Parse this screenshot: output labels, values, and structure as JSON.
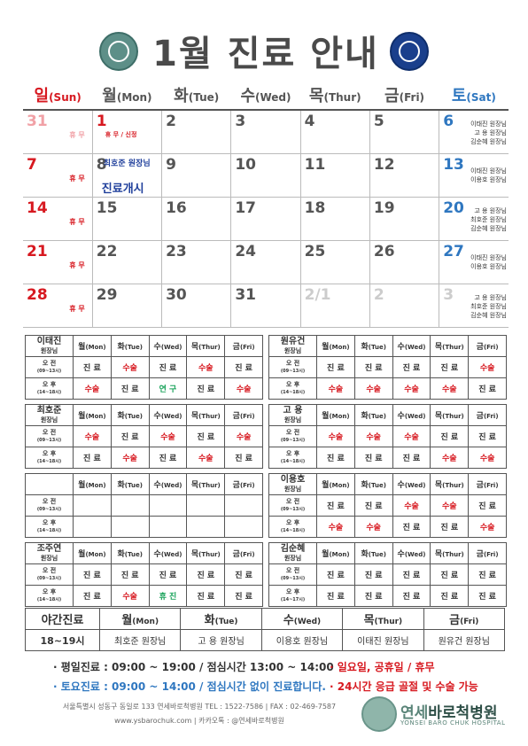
{
  "title": "1월 진료 안내",
  "calendar": {
    "days": [
      {
        "ko": "일",
        "en": "(Sun)",
        "color": "#d71920"
      },
      {
        "ko": "월",
        "en": "(Mon)",
        "color": "#555"
      },
      {
        "ko": "화",
        "en": "(Tue)",
        "color": "#555"
      },
      {
        "ko": "수",
        "en": "(Wed)",
        "color": "#555"
      },
      {
        "ko": "목",
        "en": "(Thur)",
        "color": "#555"
      },
      {
        "ko": "금",
        "en": "(Fri)",
        "color": "#555"
      },
      {
        "ko": "토",
        "en": "(Sat)",
        "color": "#2f77c0"
      }
    ],
    "weeks": [
      [
        {
          "d": "31",
          "c": "pink",
          "note": "휴 무",
          "pale": true
        },
        {
          "d": "1",
          "c": "red",
          "note": "휴 무 / 신정"
        },
        {
          "d": "2"
        },
        {
          "d": "3"
        },
        {
          "d": "4"
        },
        {
          "d": "5"
        },
        {
          "d": "6",
          "c": "blue",
          "docs": [
            "이태진 원장님",
            "고  용 원장님",
            "김순혜 원장님"
          ]
        }
      ],
      [
        {
          "d": "7",
          "c": "red",
          "note": "휴 무"
        },
        {
          "d": "8",
          "open": [
            "최호준 원장님",
            "진료개시"
          ]
        },
        {
          "d": "9"
        },
        {
          "d": "10"
        },
        {
          "d": "11"
        },
        {
          "d": "12"
        },
        {
          "d": "13",
          "c": "blue",
          "docs": [
            "이태진 원장님",
            "이용호 원장님"
          ]
        }
      ],
      [
        {
          "d": "14",
          "c": "red",
          "note": "휴 무"
        },
        {
          "d": "15"
        },
        {
          "d": "16"
        },
        {
          "d": "17"
        },
        {
          "d": "18"
        },
        {
          "d": "19"
        },
        {
          "d": "20",
          "c": "blue",
          "docs": [
            "고  용 원장님",
            "최호준 원장님",
            "김순혜 원장님"
          ]
        }
      ],
      [
        {
          "d": "21",
          "c": "red",
          "note": "휴 무"
        },
        {
          "d": "22"
        },
        {
          "d": "23"
        },
        {
          "d": "24"
        },
        {
          "d": "25"
        },
        {
          "d": "26"
        },
        {
          "d": "27",
          "c": "blue",
          "docs": [
            "이태진 원장님",
            "이용호 원장님"
          ]
        }
      ],
      [
        {
          "d": "28",
          "c": "red",
          "note": "휴 무"
        },
        {
          "d": "29"
        },
        {
          "d": "30"
        },
        {
          "d": "31"
        },
        {
          "d": "2/1",
          "c": "grey"
        },
        {
          "d": "2",
          "c": "grey"
        },
        {
          "d": "3",
          "c": "grey",
          "docs": [
            "고  용 원장님",
            "최호준 원장님",
            "김순혜 원장님"
          ]
        }
      ]
    ]
  },
  "schedule_days": [
    {
      "ko": "월",
      "en": "(Mon)"
    },
    {
      "ko": "화",
      "en": "(Tue)"
    },
    {
      "ko": "수",
      "en": "(Wed)"
    },
    {
      "ko": "목",
      "en": "(Thur)"
    },
    {
      "ko": "금",
      "en": "(Fri)"
    }
  ],
  "am_label": "오 전",
  "am_hours": "(09~13시)",
  "pm_label": "오 후",
  "pm_hours": "(14~18시)",
  "pm_hours_kim": "(14~17시)",
  "doctors": [
    {
      "name": "이태진",
      "title": "원장님",
      "am": [
        "진 료",
        "수술",
        "진 료",
        "수술",
        "진 료"
      ],
      "pm": [
        "수술",
        "진 료",
        "연 구",
        "진 료",
        "수술"
      ]
    },
    {
      "name": "원유건",
      "title": "원장님",
      "am": [
        "진 료",
        "진 료",
        "진 료",
        "진 료",
        "수술"
      ],
      "pm": [
        "수술",
        "수술",
        "수술",
        "수술",
        "진 료"
      ]
    },
    {
      "name": "최호준",
      "title": "원장님",
      "am": [
        "수술",
        "진 료",
        "수술",
        "진 료",
        "수술"
      ],
      "pm": [
        "진 료",
        "수술",
        "진 료",
        "수술",
        "진 료"
      ]
    },
    {
      "name": "고  용",
      "title": "원장님",
      "am": [
        "수술",
        "수술",
        "수술",
        "진 료",
        "진 료"
      ],
      "pm": [
        "진 료",
        "진 료",
        "진 료",
        "수술",
        "수술"
      ]
    },
    {
      "name": "",
      "title": "",
      "am": [
        "",
        "",
        "",
        "",
        ""
      ],
      "pm": [
        "",
        "",
        "",
        "",
        ""
      ]
    },
    {
      "name": "이용호",
      "title": "원장님",
      "am": [
        "진 료",
        "진 료",
        "수술",
        "수술",
        "진 료"
      ],
      "pm": [
        "수술",
        "수술",
        "진 료",
        "진 료",
        "수술"
      ]
    },
    {
      "name": "조주연",
      "title": "원장님",
      "am": [
        "진 료",
        "진 료",
        "진 료",
        "진 료",
        "진 료"
      ],
      "pm": [
        "진 료",
        "수술",
        "휴 진",
        "진 료",
        "진 료"
      ]
    },
    {
      "name": "김순혜",
      "title": "원장님",
      "am": [
        "진 료",
        "진 료",
        "진 료",
        "진 료",
        "진 료"
      ],
      "pm": [
        "진 료",
        "진 료",
        "진 료",
        "진 료",
        "진 료"
      ],
      "kim": true
    }
  ],
  "night": {
    "label": "야간진료",
    "hours": "18~19시",
    "days": [
      {
        "ko": "월",
        "en": "(Mon)"
      },
      {
        "ko": "화",
        "en": "(Tue)"
      },
      {
        "ko": "수",
        "en": "(Wed)"
      },
      {
        "ko": "목",
        "en": "(Thur)"
      },
      {
        "ko": "금",
        "en": "(Fri)"
      }
    ],
    "docs": [
      "최호준 원장님",
      "고  용 원장님",
      "이용호 원장님",
      "이태진 원장님",
      "원유건 원장님"
    ]
  },
  "info": {
    "weekday": "· 평일진료 : 09:00 ~ 19:00 / 점심시간 13:00 ~ 14:00",
    "saturday": "· 토요진료 : 09:00 ~ 14:00 / 점심시간 없이 진료합니다.",
    "holiday": "· 일요일, 공휴일 / 휴무",
    "emergency": "· 24시간 응급 골절 및 수술 가능"
  },
  "footer": {
    "address": "서울특별시 성동구 동일로 133 연세바로척병원   TEL : 1522-7586  |  FAX : 02-469-7587",
    "web": "www.ysbarochuk.com  |  카카오톡 : @연세바로척병원"
  },
  "hospital": {
    "name_a": "연세",
    "name_b": "바로척병원",
    "sub": "YONSEI BARO CHUK HOSPITAL"
  },
  "colors": {
    "red": "#d71920",
    "blue": "#2f77c0",
    "green": "#19a35a",
    "navy": "#1f3f9b",
    "teal": "#5a8478"
  }
}
